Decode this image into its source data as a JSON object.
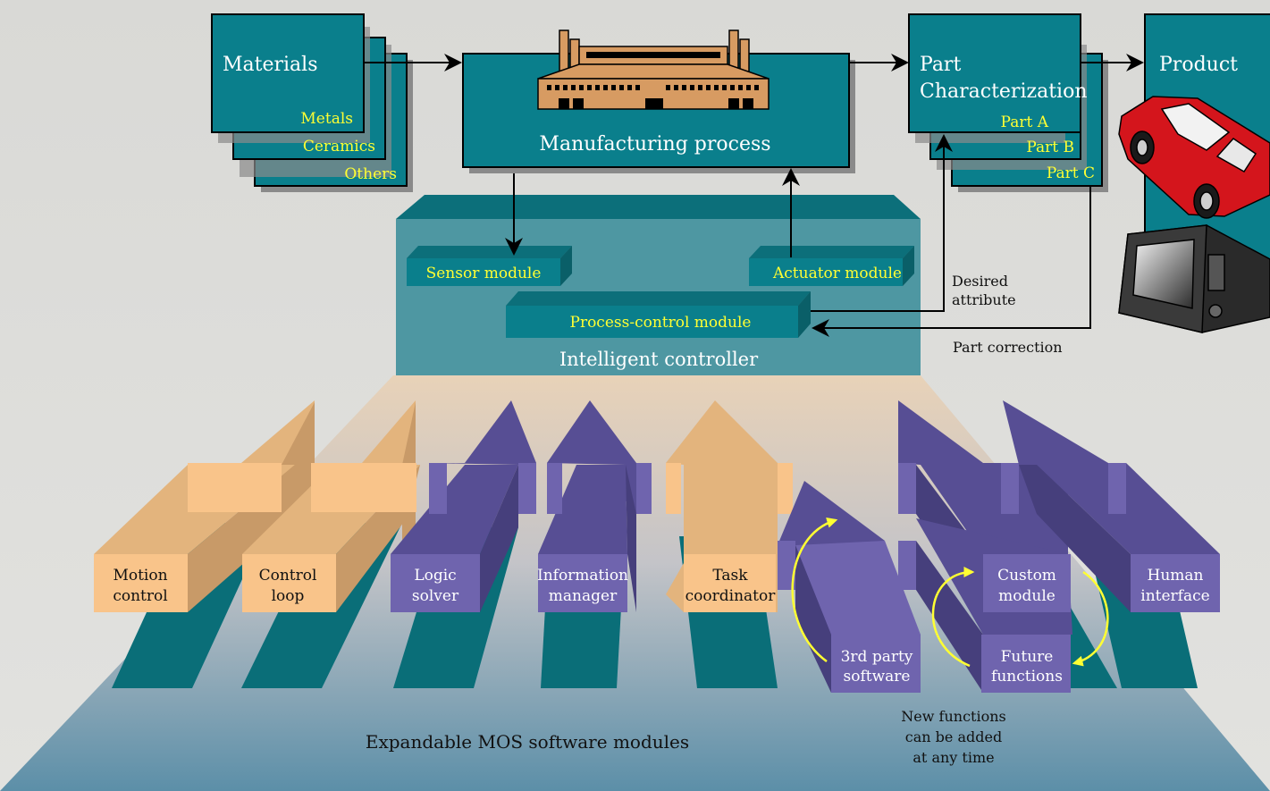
{
  "materials": {
    "title": "Materials",
    "items": [
      "Metals",
      "Ceramics",
      "Others"
    ]
  },
  "manufacturing": {
    "label": "Manufacturing process"
  },
  "part_characterization": {
    "title_line1": "Part",
    "title_line2": "Characterization",
    "items": [
      "Part A",
      "Part B",
      "Part C"
    ]
  },
  "product": {
    "label": "Product"
  },
  "controller": {
    "label": "Intelligent controller",
    "sensor": "Sensor module",
    "actuator": "Actuator module",
    "process_control": "Process-control module"
  },
  "feedback": {
    "desired_line1": "Desired",
    "desired_line2": "attribute",
    "correction": "Part correction"
  },
  "modules": [
    {
      "line1": "Motion",
      "line2": "control"
    },
    {
      "line1": "Control",
      "line2": "loop"
    },
    {
      "line1": "Logic",
      "line2": "solver"
    },
    {
      "line1": "Information",
      "line2": "manager"
    },
    {
      "line1": "Task",
      "line2": "coordinator"
    },
    {
      "line1": "3rd party",
      "line2": "software"
    },
    {
      "line1": "Custom",
      "line2": "module"
    },
    {
      "line1": "Future",
      "line2": "functions"
    },
    {
      "line1": "Human",
      "line2": "interface"
    }
  ],
  "footer": {
    "label": "Expandable MOS software modules",
    "note_line1": "New functions",
    "note_line2": "can be added",
    "note_line3": "at any time"
  },
  "colors": {
    "teal": "#0a7f8c",
    "tan": "#f9c48a",
    "purple": "#6f64ae",
    "yellow_text": "#ffff33",
    "controller": "#4e97a2",
    "car": "#d4151c"
  }
}
